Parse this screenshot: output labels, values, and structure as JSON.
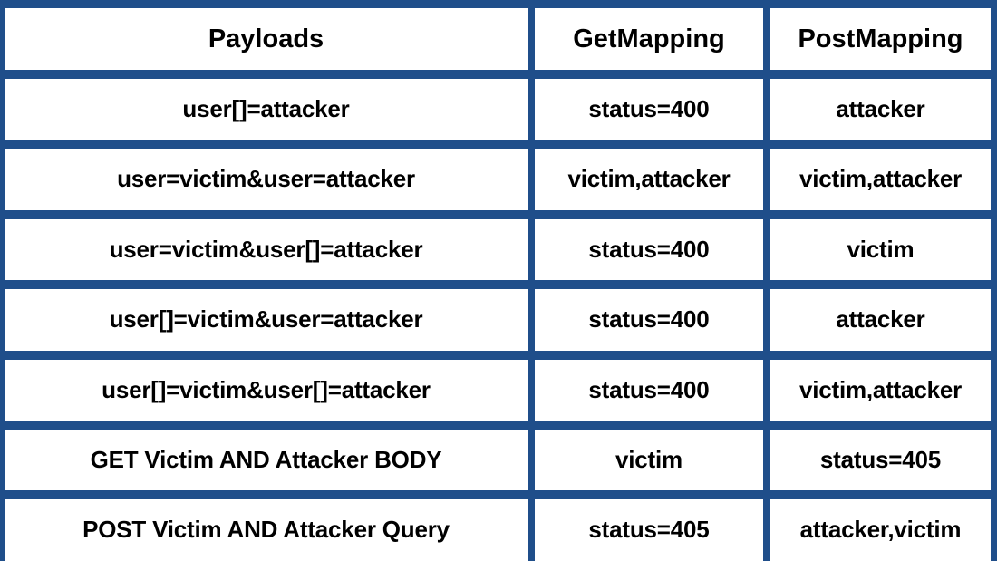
{
  "table": {
    "columns": [
      "Payloads",
      "GetMapping",
      "PostMapping"
    ],
    "rows": [
      {
        "payload": "user[]=attacker",
        "getmapping": "status=400",
        "postmapping": "attacker"
      },
      {
        "payload": "user=victim&user=attacker",
        "getmapping": "victim,attacker",
        "postmapping": "victim,attacker"
      },
      {
        "payload": "user=victim&user[]=attacker",
        "getmapping": "status=400",
        "postmapping": "victim"
      },
      {
        "payload": "user[]=victim&user=attacker",
        "getmapping": "status=400",
        "postmapping": "attacker"
      },
      {
        "payload": "user[]=victim&user[]=attacker",
        "getmapping": "status=400",
        "postmapping": "victim,attacker"
      },
      {
        "payload": "GET Victim AND Attacker BODY",
        "getmapping": "victim",
        "postmapping": "status=405"
      },
      {
        "payload": "POST Victim AND Attacker Query",
        "getmapping": "status=405",
        "postmapping": "attacker,victim"
      }
    ]
  },
  "colors": {
    "border": "#1f4e8a",
    "cell_background": "#ffffff",
    "text": "#000000"
  }
}
